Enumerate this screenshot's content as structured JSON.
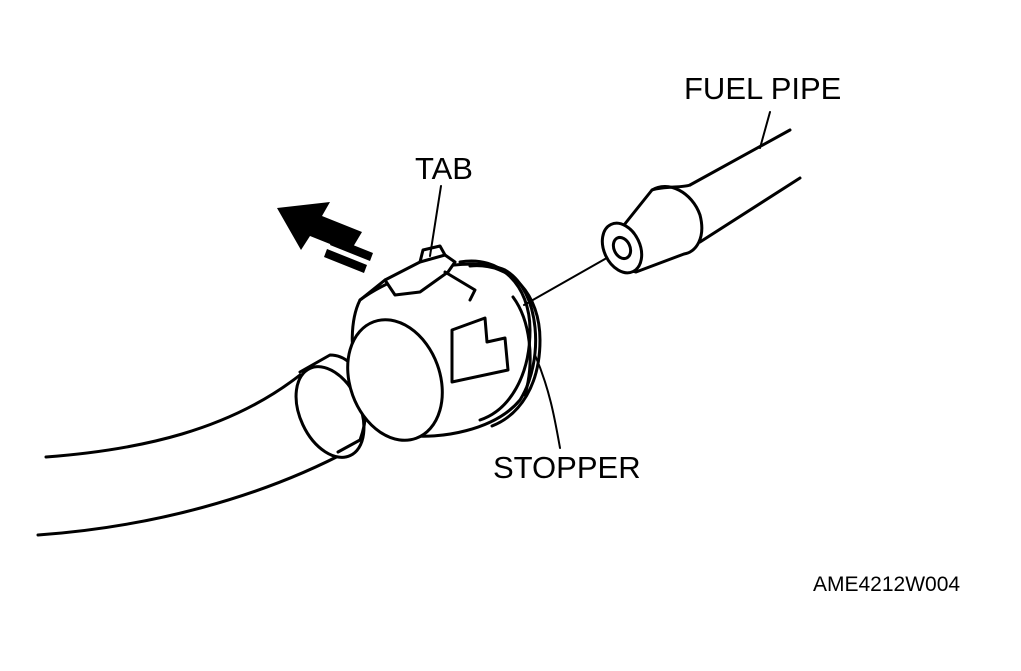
{
  "labels": {
    "fuel_pipe": "FUEL PIPE",
    "tab": "TAB",
    "stopper": "STOPPER",
    "figure_code": "AME4212W004"
  }
}
